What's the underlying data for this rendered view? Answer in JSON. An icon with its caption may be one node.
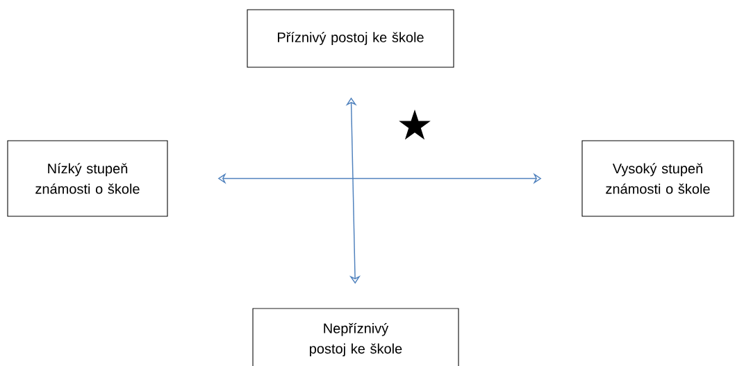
{
  "diagram": {
    "nodes": [
      {
        "text": [
          "Příznivý postoj ke škole"
        ]
      },
      {
        "text": [
          "Nízký stupeň známosti o škole"
        ]
      },
      {
        "text": [
          "Vysoký stupeň známosti o škole"
        ]
      },
      {
        "text": [
          "Nepříznivý postoj ke škole"
        ]
      }
    ],
    "edges": [
      {
        "from": 1,
        "to": 2,
        "arrow": "both"
      },
      {
        "from": 0,
        "to": 3,
        "arrow": "both"
      }
    ]
  }
}
